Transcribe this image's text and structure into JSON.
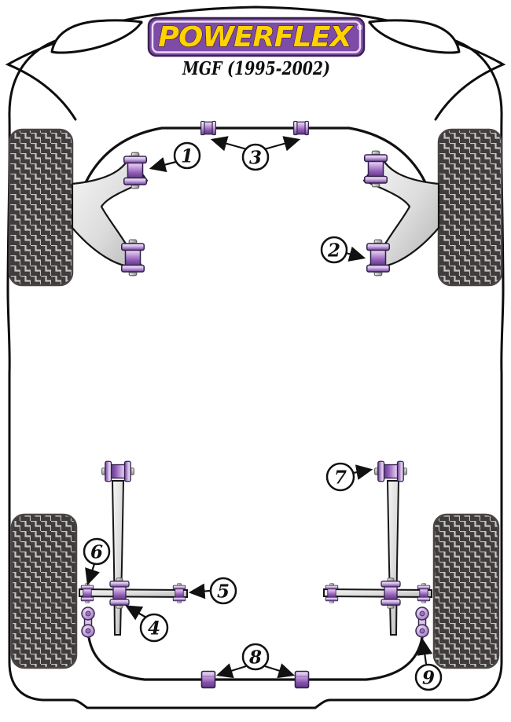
{
  "header": {
    "brand": "POWERFLEX",
    "registered": "®",
    "model": "MGF (1995-2002)"
  },
  "callouts": [
    {
      "label": "1"
    },
    {
      "label": "2"
    },
    {
      "label": "3"
    },
    {
      "label": "4"
    },
    {
      "label": "5"
    },
    {
      "label": "6"
    },
    {
      "label": "7"
    },
    {
      "label": "8"
    },
    {
      "label": "9"
    }
  ],
  "colors": {
    "logo_purple": "#7e4ba6",
    "logo_yellow": "#ffd200",
    "bushing_purple": "#9f6fc0",
    "tire_dark": "#403c3c",
    "tread_light": "#c7c4c4",
    "outline_black": "#0d0d0d"
  }
}
